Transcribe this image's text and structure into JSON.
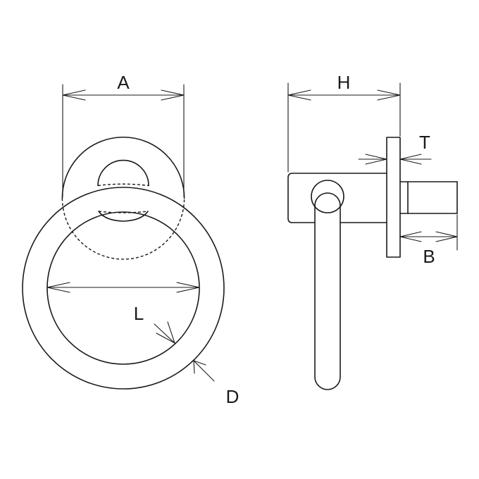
{
  "labels": {
    "a": "A",
    "h": "H",
    "t": "T",
    "b": "B",
    "l": "L",
    "d": "D"
  },
  "colors": {
    "line": "#1a1a1a",
    "background": "#ffffff"
  }
}
